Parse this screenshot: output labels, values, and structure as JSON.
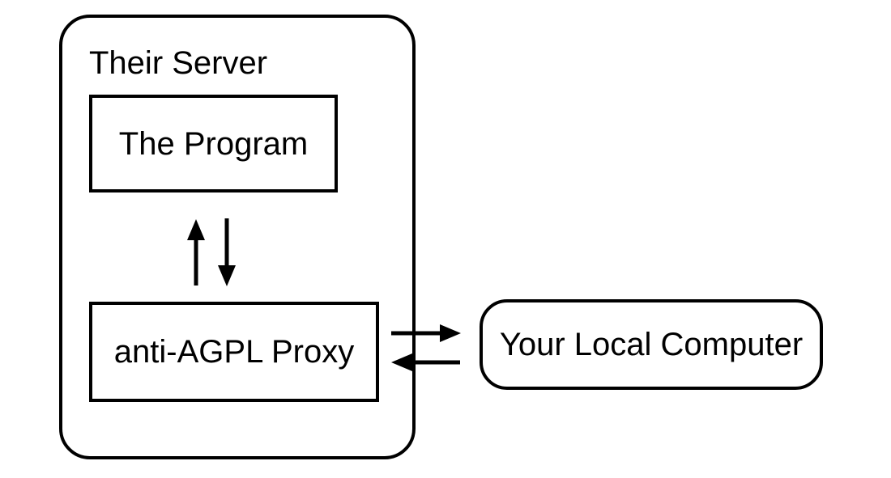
{
  "diagram": {
    "background": "#ffffff",
    "stroke_color": "#000000",
    "nodes": {
      "their_server": {
        "label": "Their Server",
        "shape": "rounded-rect",
        "role": "container"
      },
      "the_program": {
        "label": "The Program",
        "shape": "rect"
      },
      "anti_agpl_proxy": {
        "label": "anti-AGPL Proxy",
        "shape": "rect"
      },
      "your_local_computer": {
        "label": "Your Local Computer",
        "shape": "rounded-rect"
      }
    },
    "edges": [
      {
        "from": "anti_agpl_proxy",
        "to": "the_program",
        "arrow": "up"
      },
      {
        "from": "the_program",
        "to": "anti_agpl_proxy",
        "arrow": "down"
      },
      {
        "from": "anti_agpl_proxy",
        "to": "your_local_computer",
        "arrow": "right"
      },
      {
        "from": "your_local_computer",
        "to": "anti_agpl_proxy",
        "arrow": "left"
      }
    ]
  }
}
